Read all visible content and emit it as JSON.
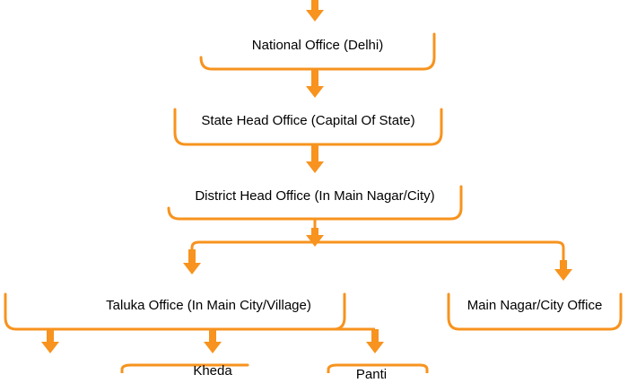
{
  "colors": {
    "accent": "#f7931e",
    "text": "#000000",
    "background": "#ffffff"
  },
  "nodes": {
    "national": "National Office (Delhi)",
    "state": "State Head Office (Capital Of State)",
    "district": "District Head Office (In Main Nagar/City)",
    "taluka": "Taluka Office (In Main City/Village)",
    "city": "Main Nagar/City Office",
    "kheda": "Kheda",
    "partial_right": "Panti"
  }
}
